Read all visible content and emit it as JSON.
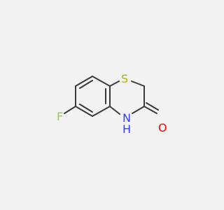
{
  "molecule": {
    "atoms": {
      "sulfur": {
        "label": "S",
        "color": "#b5b500"
      },
      "fluorine": {
        "label": "F",
        "color": "#9acc3a"
      },
      "nitrogen": {
        "label": "N",
        "color": "#2f3fff"
      },
      "hydrogen": {
        "label": "H",
        "color": "#2f3fff"
      },
      "oxygen": {
        "label": "O",
        "color": "#ff0000"
      }
    },
    "bond_color": "#3a3a3a",
    "background": "#f2f2f2"
  }
}
